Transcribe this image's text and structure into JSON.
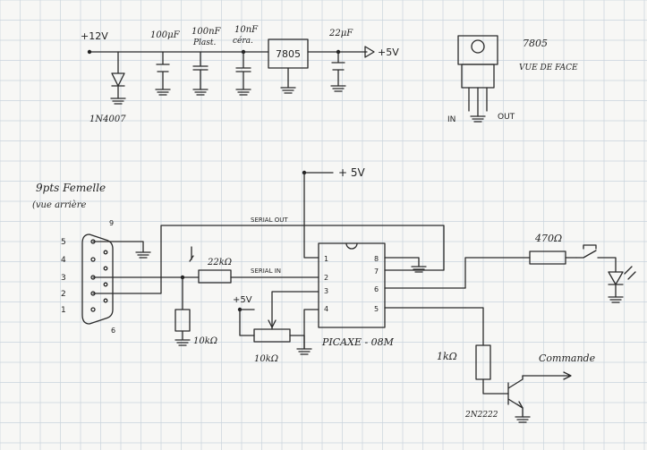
{
  "power": {
    "vin": "+12V",
    "diode": "1N4007",
    "c1": "100μF",
    "c2": "100nF",
    "c2_type": "Plast.",
    "c3": "10nF",
    "c3_type": "céra.",
    "reg": "7805",
    "c4": "22μF",
    "vout": "+5V"
  },
  "pkg": {
    "name": "7805",
    "view": "VUE DE FACE",
    "in": "IN",
    "out": "OUT"
  },
  "conn": {
    "title": "9pts Femelle",
    "subtitle": "(vue arrière",
    "pins": [
      "5",
      "4",
      "3",
      "2",
      "1"
    ],
    "pins_right": [
      "9",
      "6"
    ]
  },
  "mcu": {
    "vcc": "+ 5V",
    "serial_out": "SERIAL OUT",
    "serial_in": "SERIAL IN",
    "r_in": "22kΩ",
    "r_pd": "10kΩ",
    "pot_supply": "+5V",
    "pot": "10kΩ",
    "chip": "PICAXE - 08M",
    "pins_left": [
      "1",
      "2",
      "3",
      "4"
    ],
    "pins_right": [
      "8",
      "7",
      "6",
      "5"
    ]
  },
  "out": {
    "r_led": "470Ω",
    "r_base": "1kΩ",
    "transistor": "2N2222",
    "command": "Commande"
  }
}
